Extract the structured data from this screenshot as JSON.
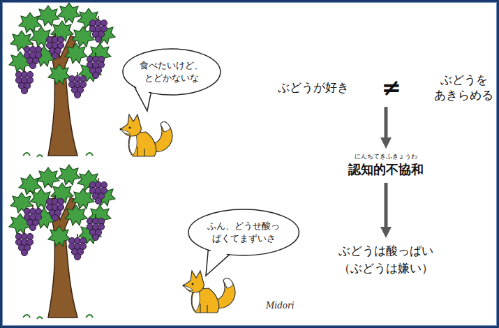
{
  "diagram": {
    "nodes": [
      {
        "text": [
          "食べたいけど、 とどかないな"
        ]
      },
      {
        "text": [
          "ぶどうが好き",
          "≠",
          "ぶどうを あきらめる"
        ]
      },
      {
        "text": [
          "にんちてきふきょうわ",
          "認知的不協和"
        ]
      },
      {
        "text": [
          "ぶどうは酸っぱい",
          "（ぶどうは嫌い）"
        ]
      },
      {
        "text": [
          "ふん、どうせ酸っ ぱくてまずいさ"
        ]
      }
    ],
    "edges": [
      {
        "from": 1,
        "to": 2,
        "arrow": "to"
      },
      {
        "from": 2,
        "to": 3,
        "arrow": "to"
      }
    ],
    "labels": [
      "Midori"
    ]
  }
}
